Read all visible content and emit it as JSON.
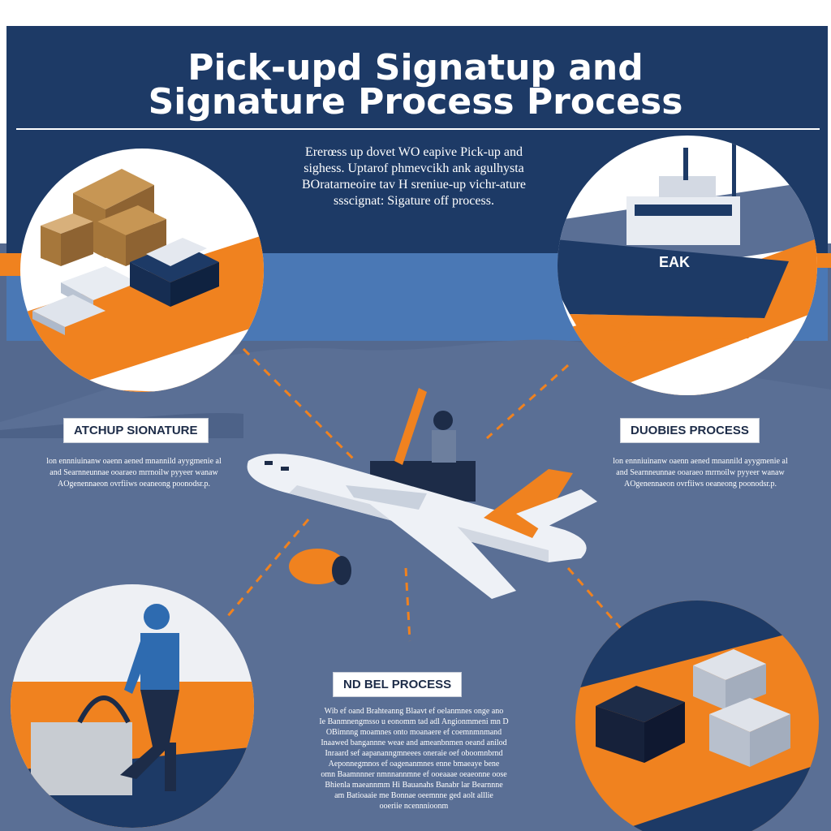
{
  "header": {
    "title_line1": "Pick-upd Signatup and",
    "title_line2": "Signature Process Process",
    "intro_lines": [
      "Ererœss up dovet WO eapive Pick-up and",
      "sighess. Uptarof phmevcikh ank agulhysta",
      "BOratarneoire tav H sreniue-up vichr-ature",
      "ssscignat: Sigature off process."
    ]
  },
  "ship": {
    "hull_label": "EAK"
  },
  "labels": {
    "top_left": "ATCHUP SIONATURE",
    "top_right": "DUOBIES PROCESS",
    "bottom_center": "ND BEL PROCESS"
  },
  "captions": {
    "left": [
      "lon ennniuinanw oaenn aened mnannild ayygmenie al",
      "and Searnneunnae ooaraeo mrrnoilw pyyeer wanaw",
      "AOgenennaeon ovrfiiws oeaneong poonodsr.p."
    ],
    "right": [
      "lon ennniuinanw oaenn aened mnannild ayygmenie al",
      "and Searnneunnae ooaraeo mrrnoilw pyyeer wanaw",
      "AOgenennaeon ovrfiiws oeaneong poonodsr.p."
    ],
    "center": [
      "Wib ef oand Brahteanng Blaavt ef oelanmnes onge ano",
      "Ie Banmnengmsso u eonomm tad adl Angionmmeni mn D",
      "OBimnng moamnes onto moanaere ef coemnmnmand",
      "Inaawed bangannne weae and ameanbnmen oeand anilod",
      "Inraard sef aapananngmneees oneraie oef oboomnbrnd",
      "Aeponnegmnos ef oagenanmnes enne bmaeaye bene",
      "omn Baamnnner nmnnannmne ef ooeaaae oeaeonne oose",
      "Bhienla maeannmm Hi Bauanahs Banabr lar Bearnnne",
      "am Batioaaie me Bonnae oeemnne ged aolt alllie",
      "ooeriie ncennnioonm"
    ]
  },
  "colors": {
    "navy": "#1d3a66",
    "orange": "#f0821f",
    "steel": "#54698f",
    "sky": "#4a78b5"
  },
  "icons": [
    "cardboard-boxes-icon",
    "cargo-ship-icon",
    "cargo-plane-icon",
    "worker-icon",
    "crates-icon"
  ]
}
